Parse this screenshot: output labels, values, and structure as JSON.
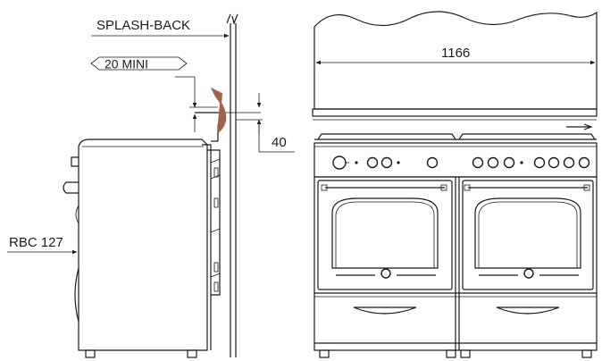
{
  "labels": {
    "splash_back": "SPLASH-BACK",
    "min_clearance": "20 MINI",
    "depth_clearance": "40",
    "model": "RBC 127",
    "width": "1166"
  },
  "colors": {
    "line": "#1a1a1a",
    "arrow": "#a0634b",
    "background": "#ffffff"
  }
}
